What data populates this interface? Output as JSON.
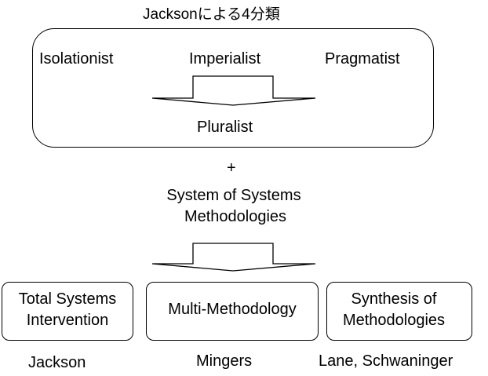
{
  "title": "Jacksonによる4分類",
  "top_group": {
    "isolationist": "Isolationist",
    "imperialist": "Imperialist",
    "pragmatist": "Pragmatist",
    "pluralist": "Pluralist"
  },
  "plus": "+",
  "sosm": {
    "line1": "System of Systems",
    "line2": "Methodologies"
  },
  "boxes": [
    {
      "line1": "Total Systems",
      "line2": "Intervention",
      "author": "Jackson"
    },
    {
      "line1": "Multi-Methodology",
      "line2": "",
      "author": "Mingers"
    },
    {
      "line1": "Synthesis of",
      "line2": "Methodologies",
      "author": "Lane, Schwaninger"
    }
  ]
}
